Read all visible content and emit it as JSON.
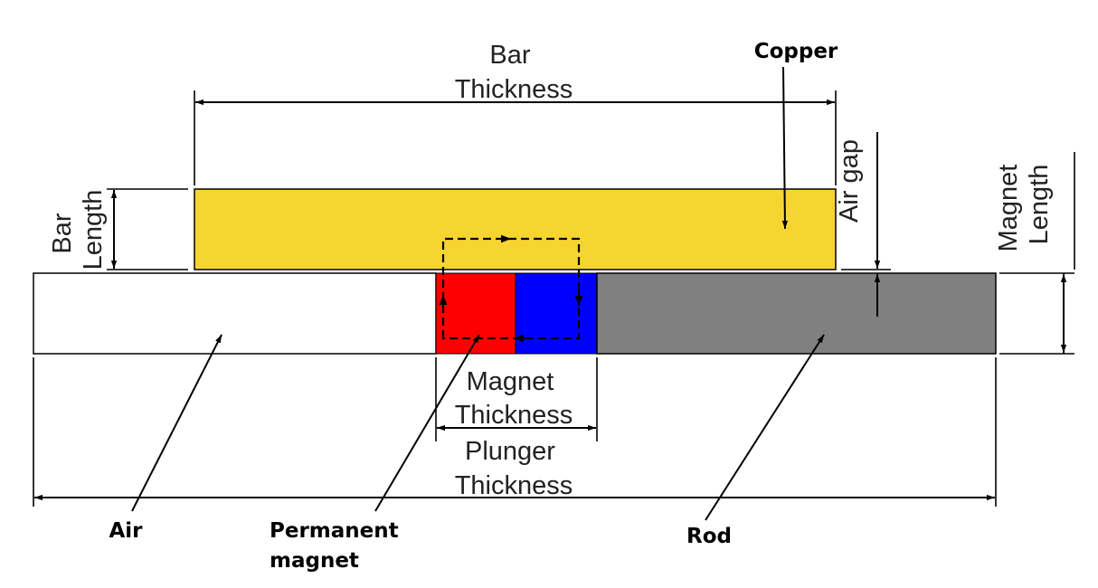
{
  "diagram": {
    "dimension_labels": {
      "bar_thickness": [
        "Bar",
        "Thickness"
      ],
      "bar_length": [
        "Bar",
        "Length"
      ],
      "air_gap": "Air gap",
      "magnet_length": [
        "Magnet",
        "Length"
      ],
      "magnet_thickness": [
        "Magnet",
        "Thickness"
      ],
      "plunger_thickness": [
        "Plunger",
        "Thickness"
      ]
    },
    "callouts": {
      "copper": "Copper",
      "air": "Air",
      "permanent_magnet": [
        "Permanent",
        "magnet"
      ],
      "rod": "Rod"
    },
    "colors": {
      "copper": "#f7d530",
      "magnet_north": "#ff0000",
      "magnet_south": "#0000ff",
      "rod": "#808080",
      "air": "#ffffff"
    }
  }
}
